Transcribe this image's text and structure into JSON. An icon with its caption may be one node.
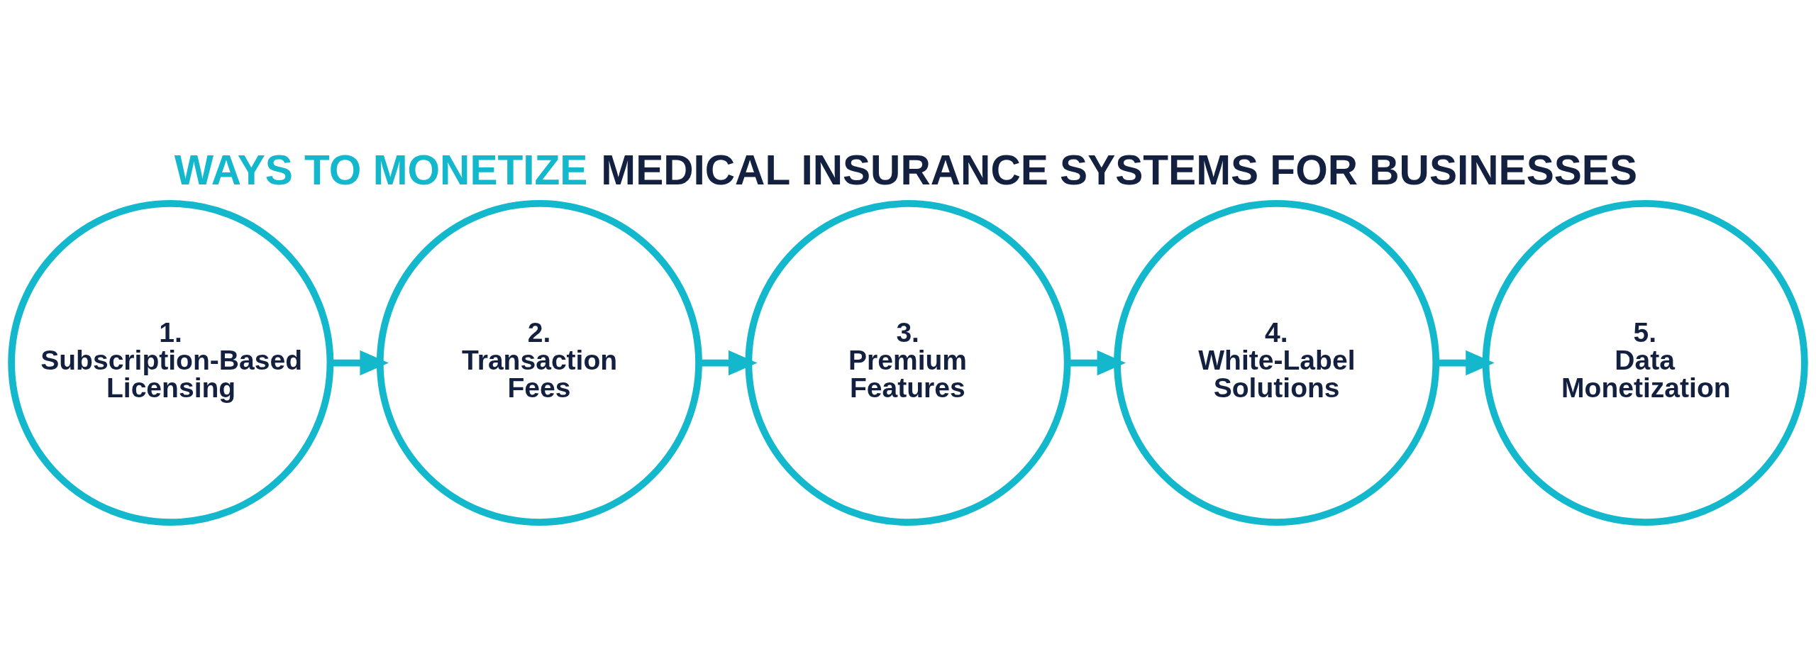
{
  "diagram": {
    "title": "WAYS TO MONETIZE MEDICAL INSURANCE SYSTEMS FOR BUSINESSES",
    "nodes": [
      {
        "text": [
          "1.",
          "Subscription-Based Licensing"
        ]
      },
      {
        "text": [
          "2.",
          "Transaction Fees"
        ]
      },
      {
        "text": [
          "3.",
          "Premium Features"
        ]
      },
      {
        "text": [
          "4.",
          "White-Label Solutions"
        ]
      },
      {
        "text": [
          "5.",
          "Data Monetization"
        ]
      }
    ],
    "edges": [
      {
        "from": 0,
        "to": 1,
        "arrow": "to"
      },
      {
        "from": 1,
        "to": 2,
        "arrow": "to"
      },
      {
        "from": 2,
        "to": 3,
        "arrow": "to"
      },
      {
        "from": 3,
        "to": 4,
        "arrow": "to"
      }
    ]
  }
}
